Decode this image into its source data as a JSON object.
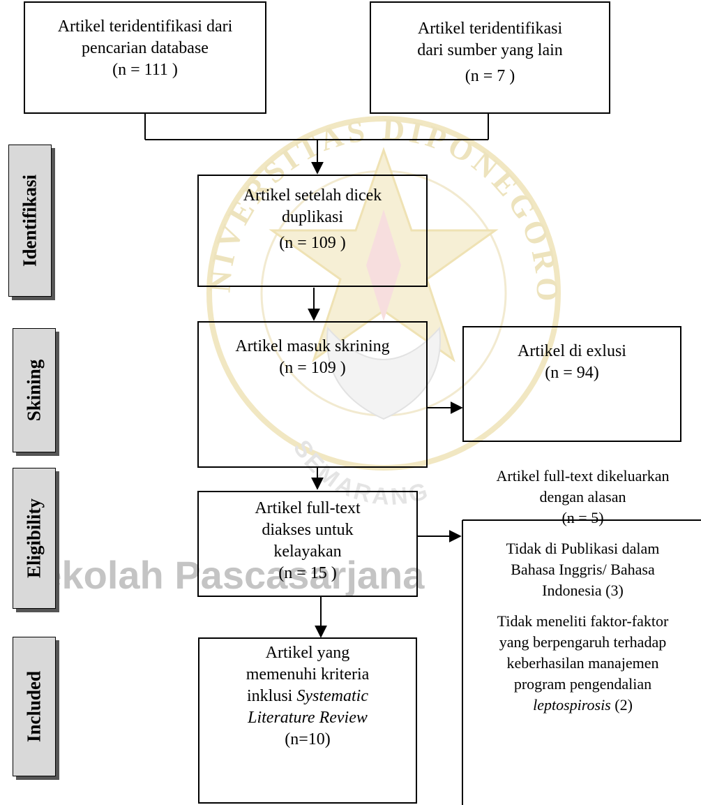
{
  "watermark": {
    "arc_top": "NIVERSITAS DIPONEGORO",
    "arc_bottom": "SEMARANG",
    "band_text": "Sekolah Pascasarjana"
  },
  "stages": {
    "identifikasi": "Identifikasi",
    "skrining": "Skining",
    "eligibility": "Eligibility",
    "included": "Included"
  },
  "boxes": {
    "db": {
      "line1": "Artikel teridentifikasi dari",
      "line2": "pencarian database",
      "count": "(n = 111 )"
    },
    "other": {
      "line1": "Artikel teridentifikasi",
      "line2": "dari sumber yang lain",
      "count": "(n = 7 )"
    },
    "dedup": {
      "line1": "Artikel setelah dicek",
      "line2": "duplikasi",
      "count": "(n = 109   )"
    },
    "screening": {
      "line1": "Artikel masuk skrining",
      "count": "(n = 109 )"
    },
    "excluded": {
      "line1": "Artikel di exlusi",
      "count": "(n =   94)"
    },
    "fulltext": {
      "line1": "Artikel full-text",
      "line2": "diakses untuk",
      "line3": "kelayakan",
      "count": "(n = 15 )"
    },
    "included": {
      "line1": "Artikel yang",
      "line2": "memenuhi kriteria",
      "line3a": "inklusi ",
      "line3b": "Systematic",
      "line4": "Literature Review",
      "count": "(n=10)"
    }
  },
  "exclusion_reasons": {
    "heading1": "Artikel full-text dikeluarkan",
    "heading2": "dengan alasan",
    "count": "(n = 5)",
    "reason1_l1": "Tidak di Publikasi dalam",
    "reason1_l2": "Bahasa Inggris/ Bahasa",
    "reason1_l3": "Indonesia (3)",
    "reason2_l1": "Tidak meneliti faktor-faktor",
    "reason2_l2": "yang berpengaruh terhadap",
    "reason2_l3": "keberhasilan manajemen",
    "reason2_l4": "program pengendalian",
    "reason2_l5a": "leptospirosis",
    "reason2_l5b": " (2)"
  }
}
